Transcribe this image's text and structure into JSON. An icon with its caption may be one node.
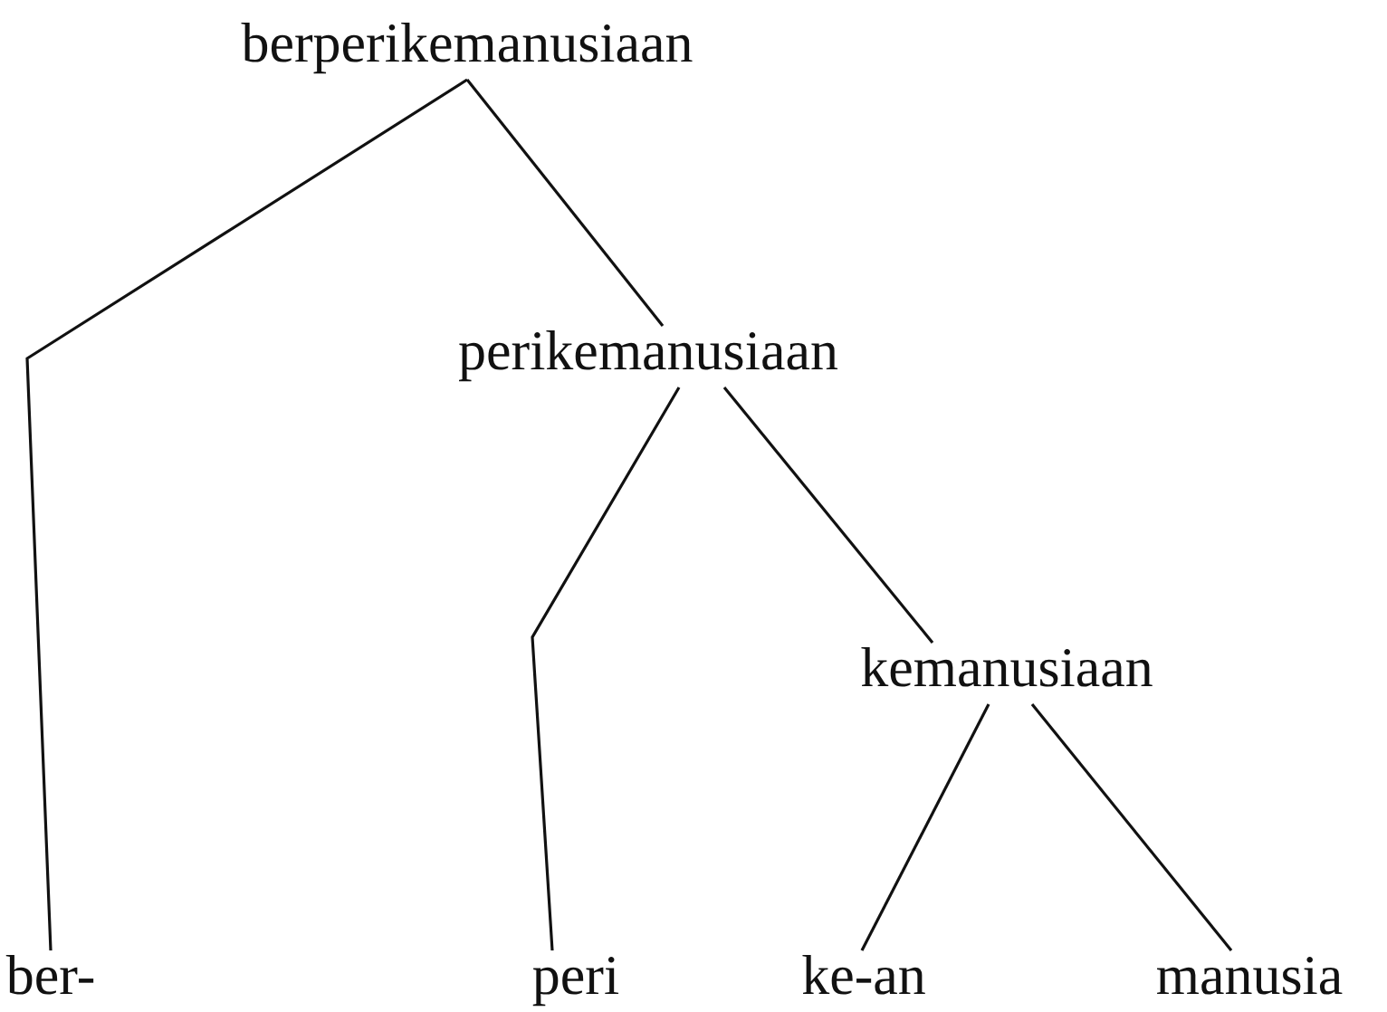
{
  "diagram": {
    "nodes": [
      {
        "text": [
          "berperikemanusiaan"
        ]
      },
      {
        "text": [
          "perikemanusiaan"
        ]
      },
      {
        "text": [
          "kemanusiaan"
        ]
      },
      {
        "text": [
          "ber-"
        ]
      },
      {
        "text": [
          "peri"
        ]
      },
      {
        "text": [
          "ke-an"
        ]
      },
      {
        "text": [
          "manusia"
        ]
      }
    ],
    "edges": [
      {
        "from": 0,
        "to": 3,
        "arrow": "none"
      },
      {
        "from": 0,
        "to": 1,
        "arrow": "none"
      },
      {
        "from": 1,
        "to": 4,
        "arrow": "none"
      },
      {
        "from": 1,
        "to": 2,
        "arrow": "none"
      },
      {
        "from": 2,
        "to": 5,
        "arrow": "none"
      },
      {
        "from": 2,
        "to": 6,
        "arrow": "none"
      }
    ]
  }
}
